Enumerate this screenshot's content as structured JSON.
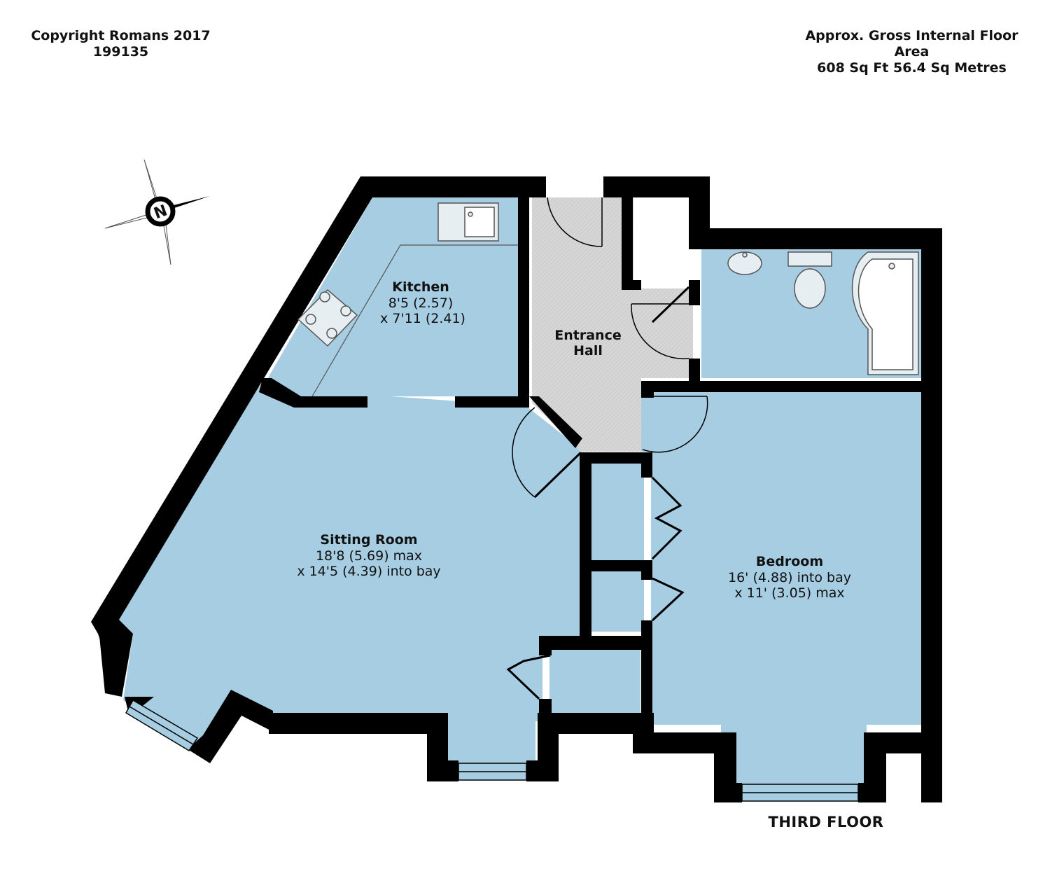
{
  "header": {
    "copyright": "Copyright Romans 2017",
    "reference": "199135",
    "area_title": "Approx. Gross Internal Floor Area",
    "area_value": "608 Sq Ft 56.4 Sq Metres"
  },
  "compass": {
    "letter": "N",
    "icon": "compass-rose-icon"
  },
  "rooms": {
    "kitchen": {
      "name": "Kitchen",
      "dim1": "8'5 (2.57)",
      "dim2": "x 7'11 (2.41)"
    },
    "hall": {
      "name1": "Entrance",
      "name2": "Hall"
    },
    "sitting": {
      "name": "Sitting Room",
      "dim1": "18'8 (5.69) max",
      "dim2": "x 14'5 (4.39) into bay"
    },
    "bedroom": {
      "name": "Bedroom",
      "dim1": "16' (4.88) into bay",
      "dim2": "x 11' (3.05) max"
    }
  },
  "floor_label": "THIRD FLOOR",
  "colors": {
    "room": "#a6cde2",
    "hall": "#d4d4d4",
    "wall": "#000000",
    "window": "#a6cde2"
  }
}
